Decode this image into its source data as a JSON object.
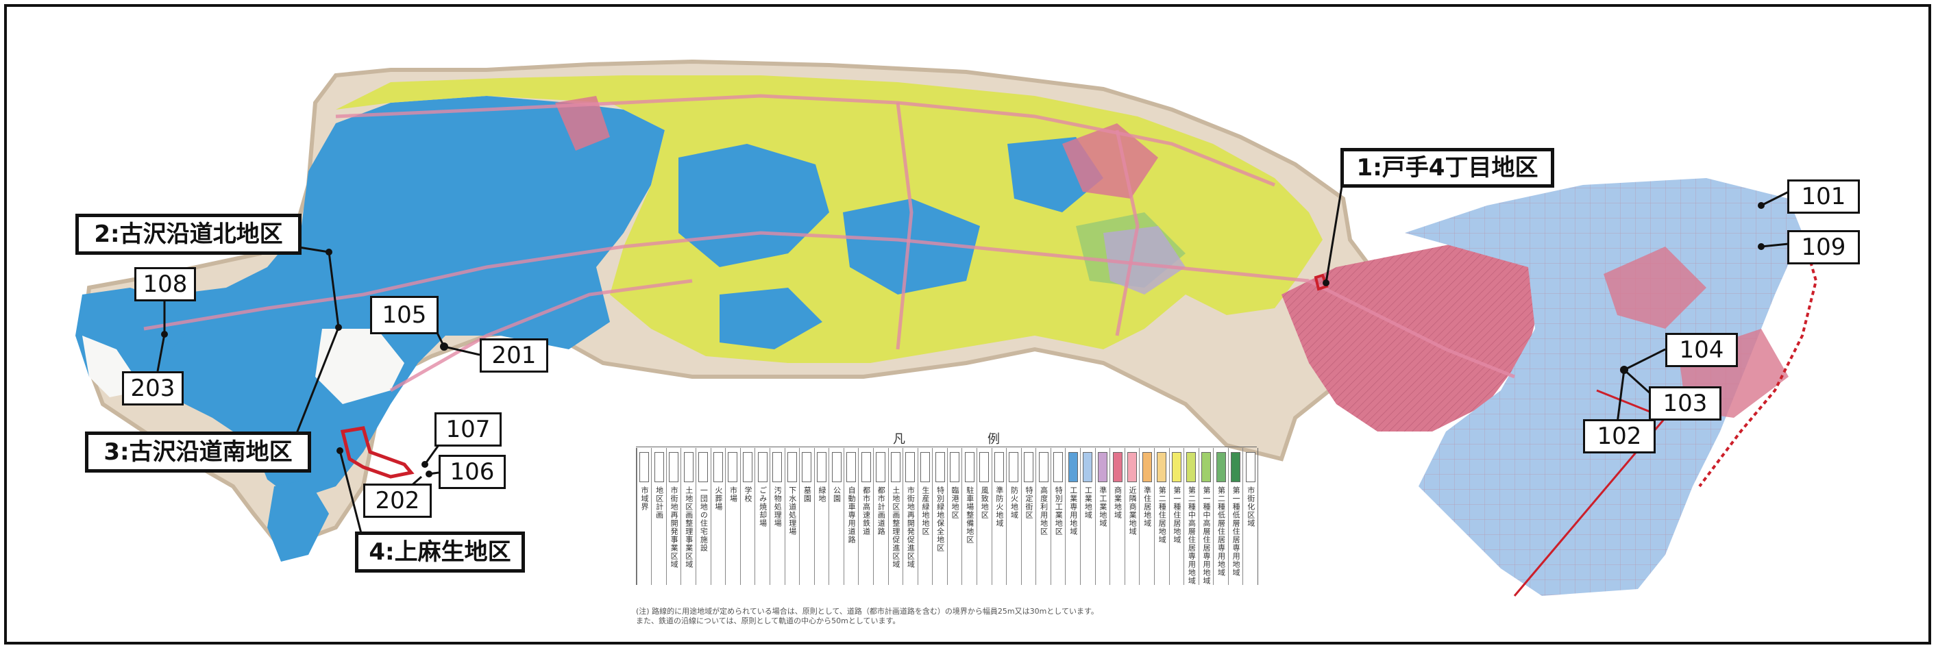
{
  "map": {
    "colors": {
      "blue": "#3d9ad6",
      "yellow": "#dde35a",
      "pink": "#d9788f",
      "light_blue": "#a9c8ea",
      "green": "#a6cf6e",
      "violet": "#b7a8d3",
      "terrain": "#e6d9c7",
      "white": "#f7f7f5",
      "red": "#cc1f2a"
    },
    "districts": [
      {
        "id": "d1",
        "label": "1:戸手4丁目地区"
      },
      {
        "id": "d2",
        "label": "2:古沢沿道北地区"
      },
      {
        "id": "d3",
        "label": "3:古沢沿道南地区"
      },
      {
        "id": "d4",
        "label": "4:上麻生地区"
      }
    ],
    "points": [
      "101",
      "102",
      "103",
      "104",
      "105",
      "106",
      "107",
      "108",
      "109",
      "201",
      "202",
      "203"
    ]
  },
  "legend": {
    "title_left": "凡",
    "title_right": "例",
    "items": [
      {
        "label": "市街化区域",
        "color": "#ffffff"
      },
      {
        "label": "第一種低層住居専用地域",
        "color": "#3d8f52"
      },
      {
        "label": "第二種低層住居専用地域",
        "color": "#6fb36d"
      },
      {
        "label": "第一種中高層住居専用地域",
        "color": "#9fcf6b"
      },
      {
        "label": "第二種中高層住居専用地域",
        "color": "#cfe06b"
      },
      {
        "label": "第一種住居地域",
        "color": "#f1ea6a"
      },
      {
        "label": "第二種住居地域",
        "color": "#f5d38a"
      },
      {
        "label": "準住居地域",
        "color": "#f3b86e"
      },
      {
        "label": "近隣商業地域",
        "color": "#f4a7b5"
      },
      {
        "label": "商業地域",
        "color": "#e2738c"
      },
      {
        "label": "準工業地域",
        "color": "#c9a3d1"
      },
      {
        "label": "工業地域",
        "color": "#a9c8ea"
      },
      {
        "label": "工業専用地域",
        "color": "#5aa0d8"
      },
      {
        "label": "特別工業地区",
        "color": "#ffffff"
      },
      {
        "label": "高度利用地区",
        "color": "#ffffff"
      },
      {
        "label": "特定街区",
        "color": "#ffffff"
      },
      {
        "label": "防火地域",
        "color": "#ffffff"
      },
      {
        "label": "準防火地域",
        "color": "#ffffff"
      },
      {
        "label": "風致地区",
        "color": "#ffffff"
      },
      {
        "label": "駐車場整備地区",
        "color": "#ffffff"
      },
      {
        "label": "臨港地区",
        "color": "#ffffff"
      },
      {
        "label": "特別緑地保全地区",
        "color": "#ffffff"
      },
      {
        "label": "生産緑地地区",
        "color": "#ffffff"
      },
      {
        "label": "市街地再開発促進区域",
        "color": "#ffffff"
      },
      {
        "label": "土地区画整理促進区域",
        "color": "#ffffff"
      },
      {
        "label": "都市計画道路",
        "color": "#ffffff"
      },
      {
        "label": "都市高速鉄道",
        "color": "#ffffff"
      },
      {
        "label": "自動車専用道路",
        "color": "#ffffff"
      },
      {
        "label": "公園",
        "color": "#ffffff"
      },
      {
        "label": "緑地",
        "color": "#ffffff"
      },
      {
        "label": "墓園",
        "color": "#ffffff"
      },
      {
        "label": "下水道処理場",
        "color": "#ffffff"
      },
      {
        "label": "汚物処理場",
        "color": "#ffffff"
      },
      {
        "label": "ごみ焼却場",
        "color": "#ffffff"
      },
      {
        "label": "学校",
        "color": "#ffffff"
      },
      {
        "label": "市場",
        "color": "#ffffff"
      },
      {
        "label": "火葬場",
        "color": "#ffffff"
      },
      {
        "label": "一団地の住宅施設",
        "color": "#ffffff"
      },
      {
        "label": "土地区画整理事業区域",
        "color": "#ffffff"
      },
      {
        "label": "市街地再開発事業区域",
        "color": "#ffffff"
      },
      {
        "label": "地区計画",
        "color": "#ffffff"
      },
      {
        "label": "市域界",
        "color": "#ffffff"
      }
    ]
  },
  "note": {
    "line1": "(注) 路線的に用途地域が定められている場合は、原則として、道路（都市計画道路を含む）の境界から幅員25m又は30mとしています。",
    "line2": "また、鉄道の沿線については、原則として軌道の中心から50mとしています。"
  }
}
